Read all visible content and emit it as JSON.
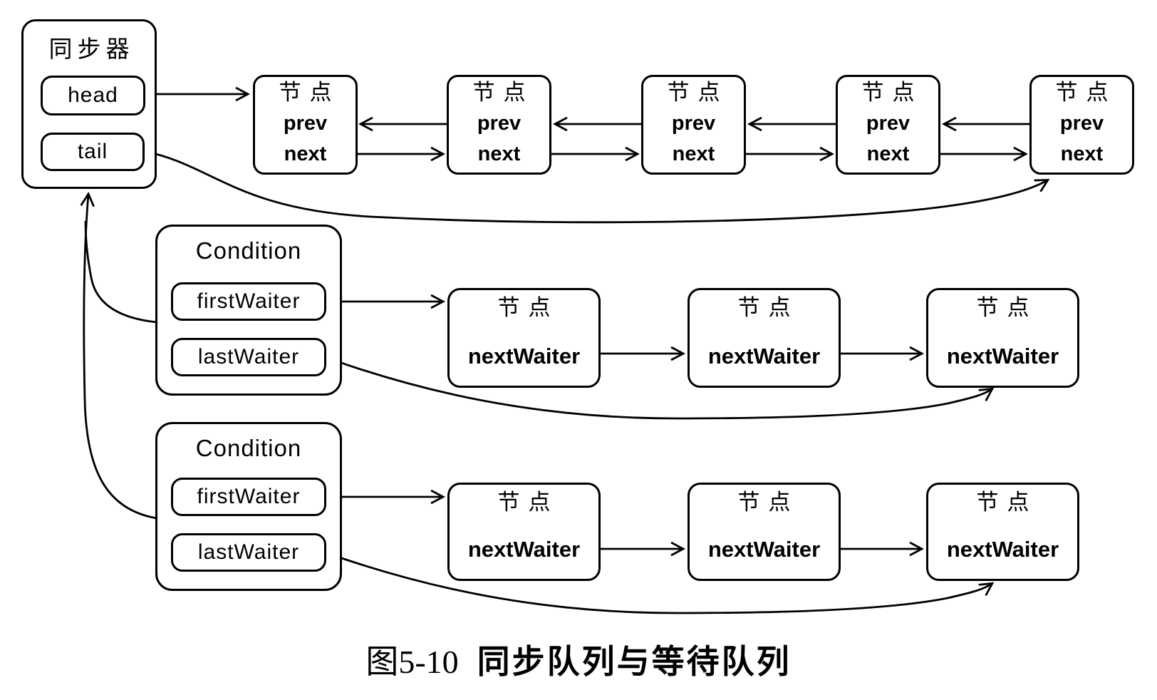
{
  "figure": {
    "synchronizer": {
      "title": "同步器",
      "head": "head",
      "tail": "tail"
    },
    "sync_queue_nodes": [
      {
        "title": "节点",
        "prev": "prev",
        "next": "next"
      },
      {
        "title": "节点",
        "prev": "prev",
        "next": "next"
      },
      {
        "title": "节点",
        "prev": "prev",
        "next": "next"
      },
      {
        "title": "节点",
        "prev": "prev",
        "next": "next"
      },
      {
        "title": "节点",
        "prev": "prev",
        "next": "next"
      }
    ],
    "conditions": [
      {
        "title": "Condition",
        "first_waiter": "firstWaiter",
        "last_waiter": "lastWaiter",
        "wait_queue_nodes": [
          {
            "title": "节点",
            "next_waiter": "nextWaiter"
          },
          {
            "title": "节点",
            "next_waiter": "nextWaiter"
          },
          {
            "title": "节点",
            "next_waiter": "nextWaiter"
          }
        ]
      },
      {
        "title": "Condition",
        "first_waiter": "firstWaiter",
        "last_waiter": "lastWaiter",
        "wait_queue_nodes": [
          {
            "title": "节点",
            "next_waiter": "nextWaiter"
          },
          {
            "title": "节点",
            "next_waiter": "nextWaiter"
          },
          {
            "title": "节点",
            "next_waiter": "nextWaiter"
          }
        ]
      }
    ],
    "caption": {
      "figure_label": "图5-10",
      "title": "同步队列与等待队列"
    }
  }
}
